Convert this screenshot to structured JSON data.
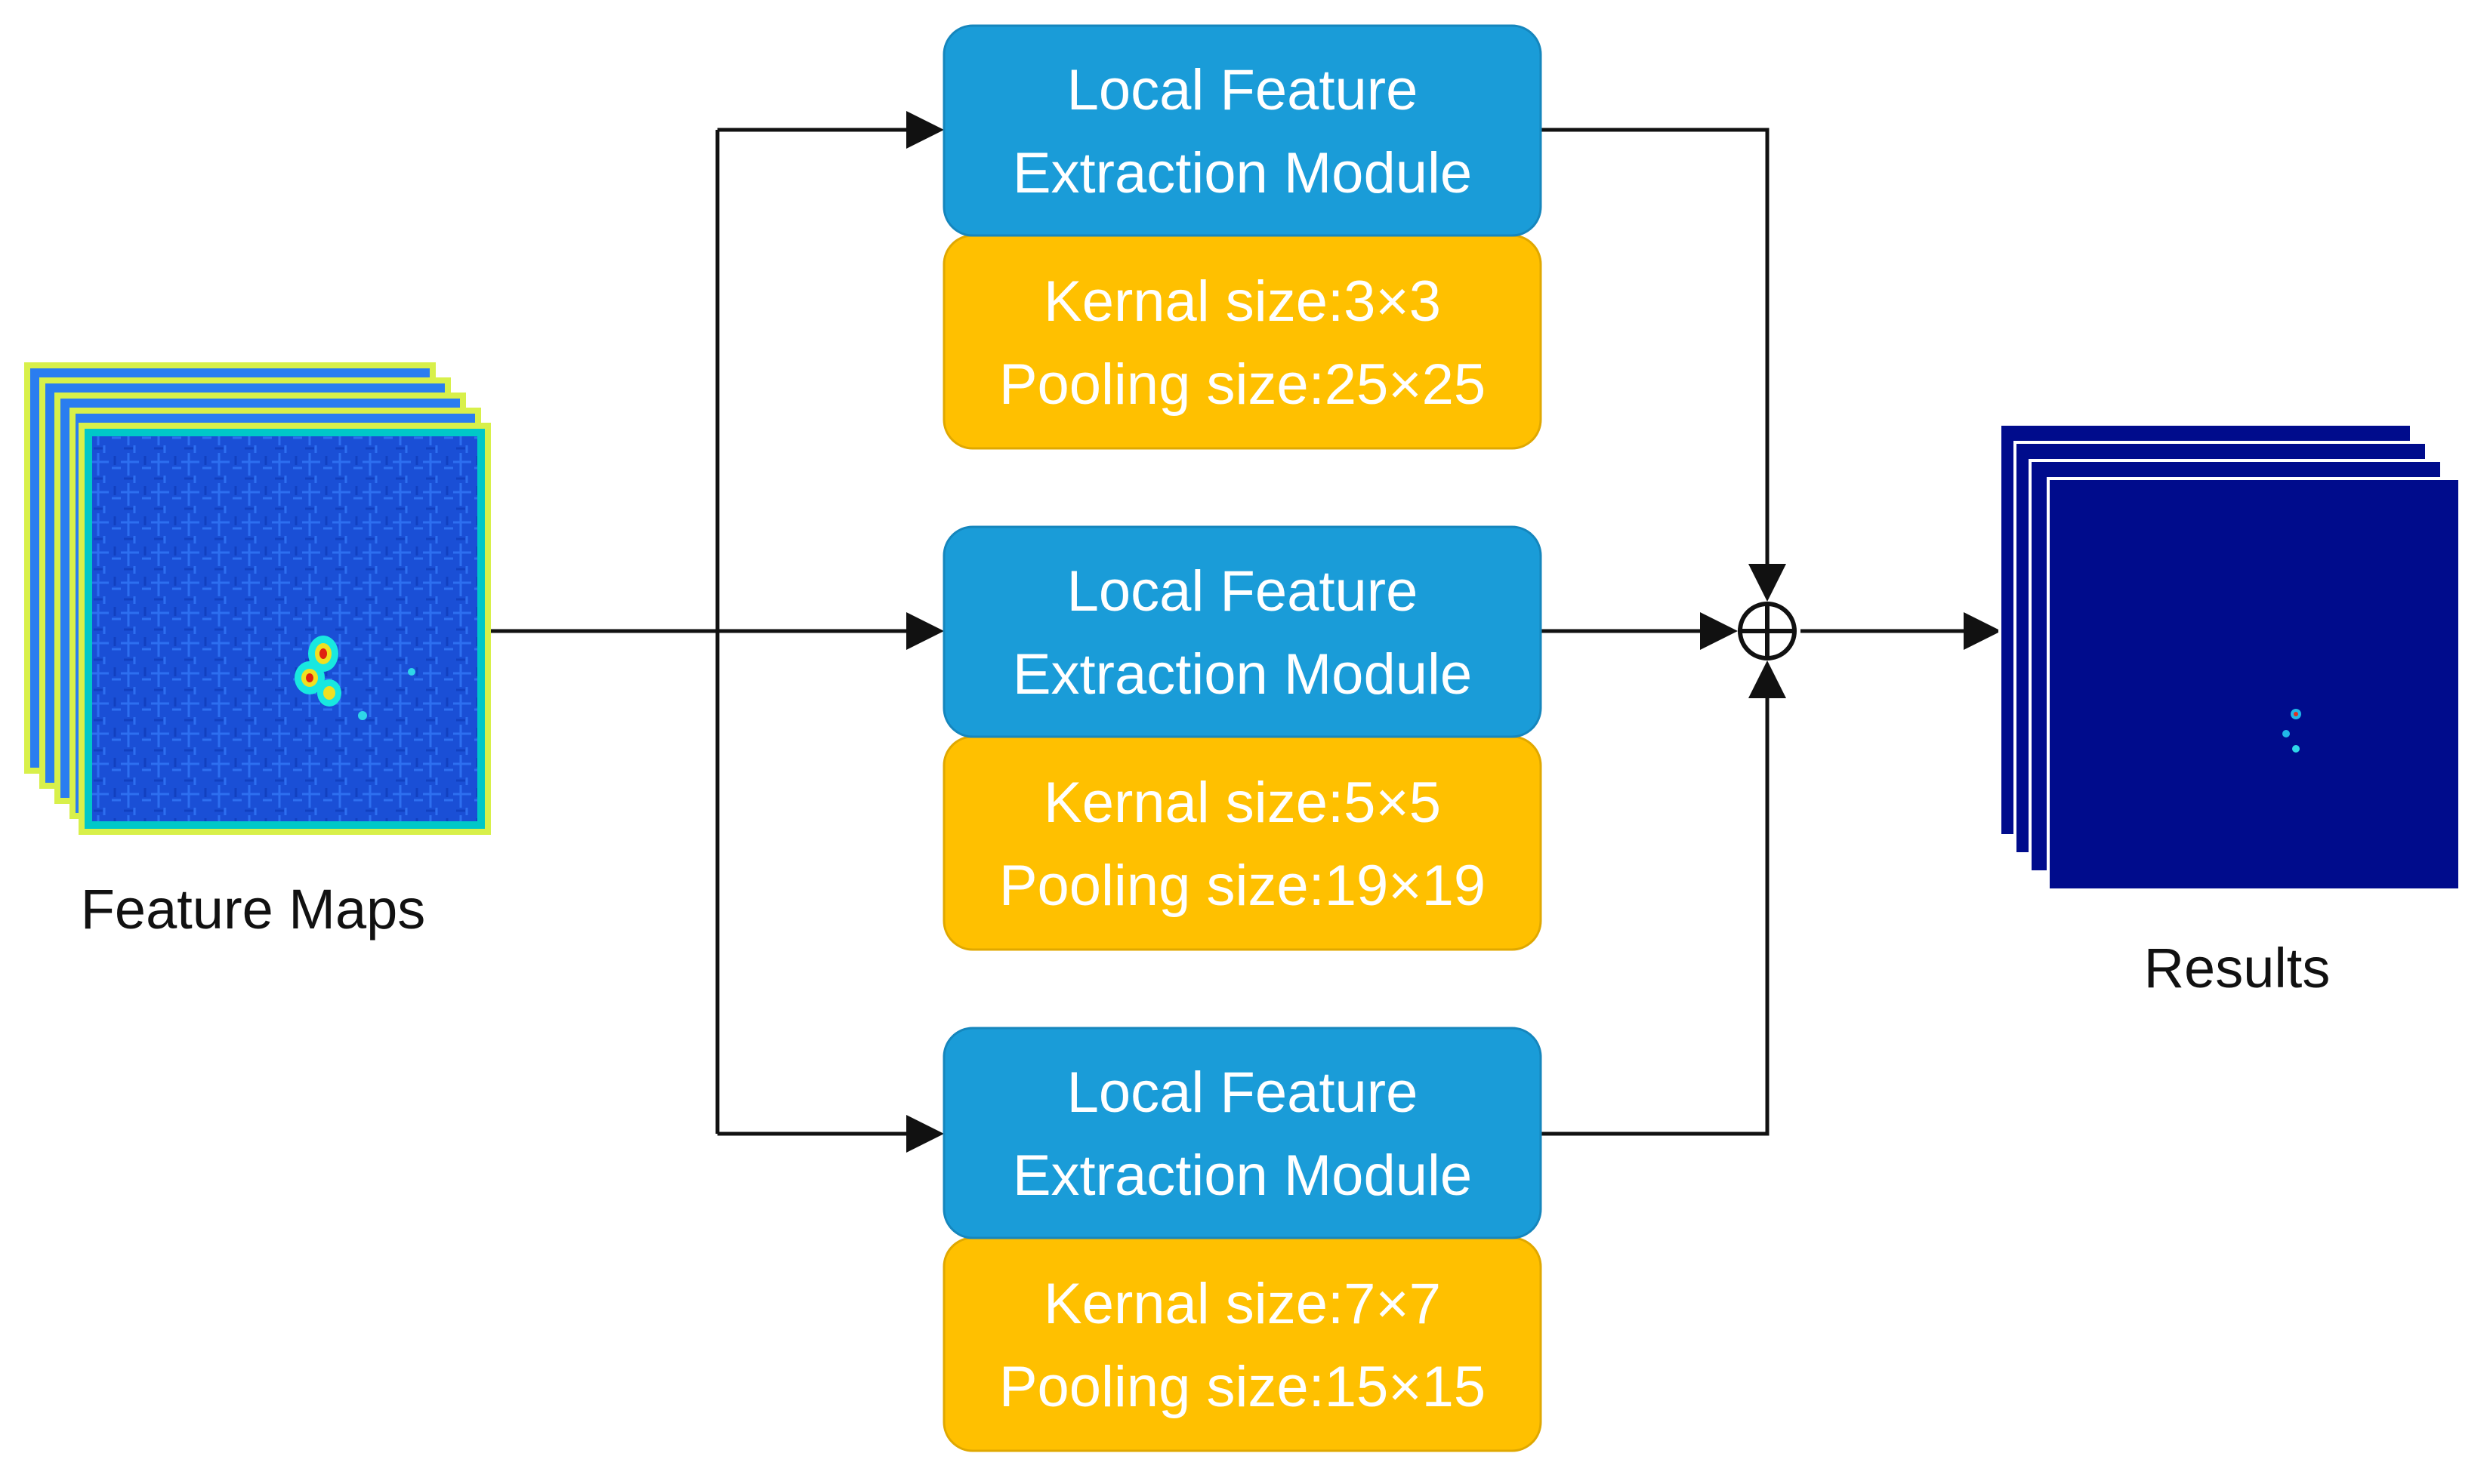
{
  "input": {
    "label": "Feature Maps"
  },
  "output": {
    "label": "Results"
  },
  "operator": {
    "icon": "circled-plus-icon"
  },
  "branches": [
    {
      "module_line1": "Local Feature",
      "module_line2": "Extraction Module",
      "kernel": "Kernal size:3×3",
      "pooling": "Pooling size:25×25"
    },
    {
      "module_line1": "Local Feature",
      "module_line2": "Extraction Module",
      "kernel": "Kernal size:5×5",
      "pooling": "Pooling size:19×19"
    },
    {
      "module_line1": "Local Feature",
      "module_line2": "Extraction Module",
      "kernel": "Kernal size:7×7",
      "pooling": "Pooling size:15×15"
    }
  ],
  "colors": {
    "module_fill": "#1a9cd8",
    "param_fill": "#ffc000",
    "feature_map_fill": "#1a4fd6",
    "feature_map_edge": "#d8f04a",
    "result_fill": "#000c8c",
    "line": "#111111"
  }
}
